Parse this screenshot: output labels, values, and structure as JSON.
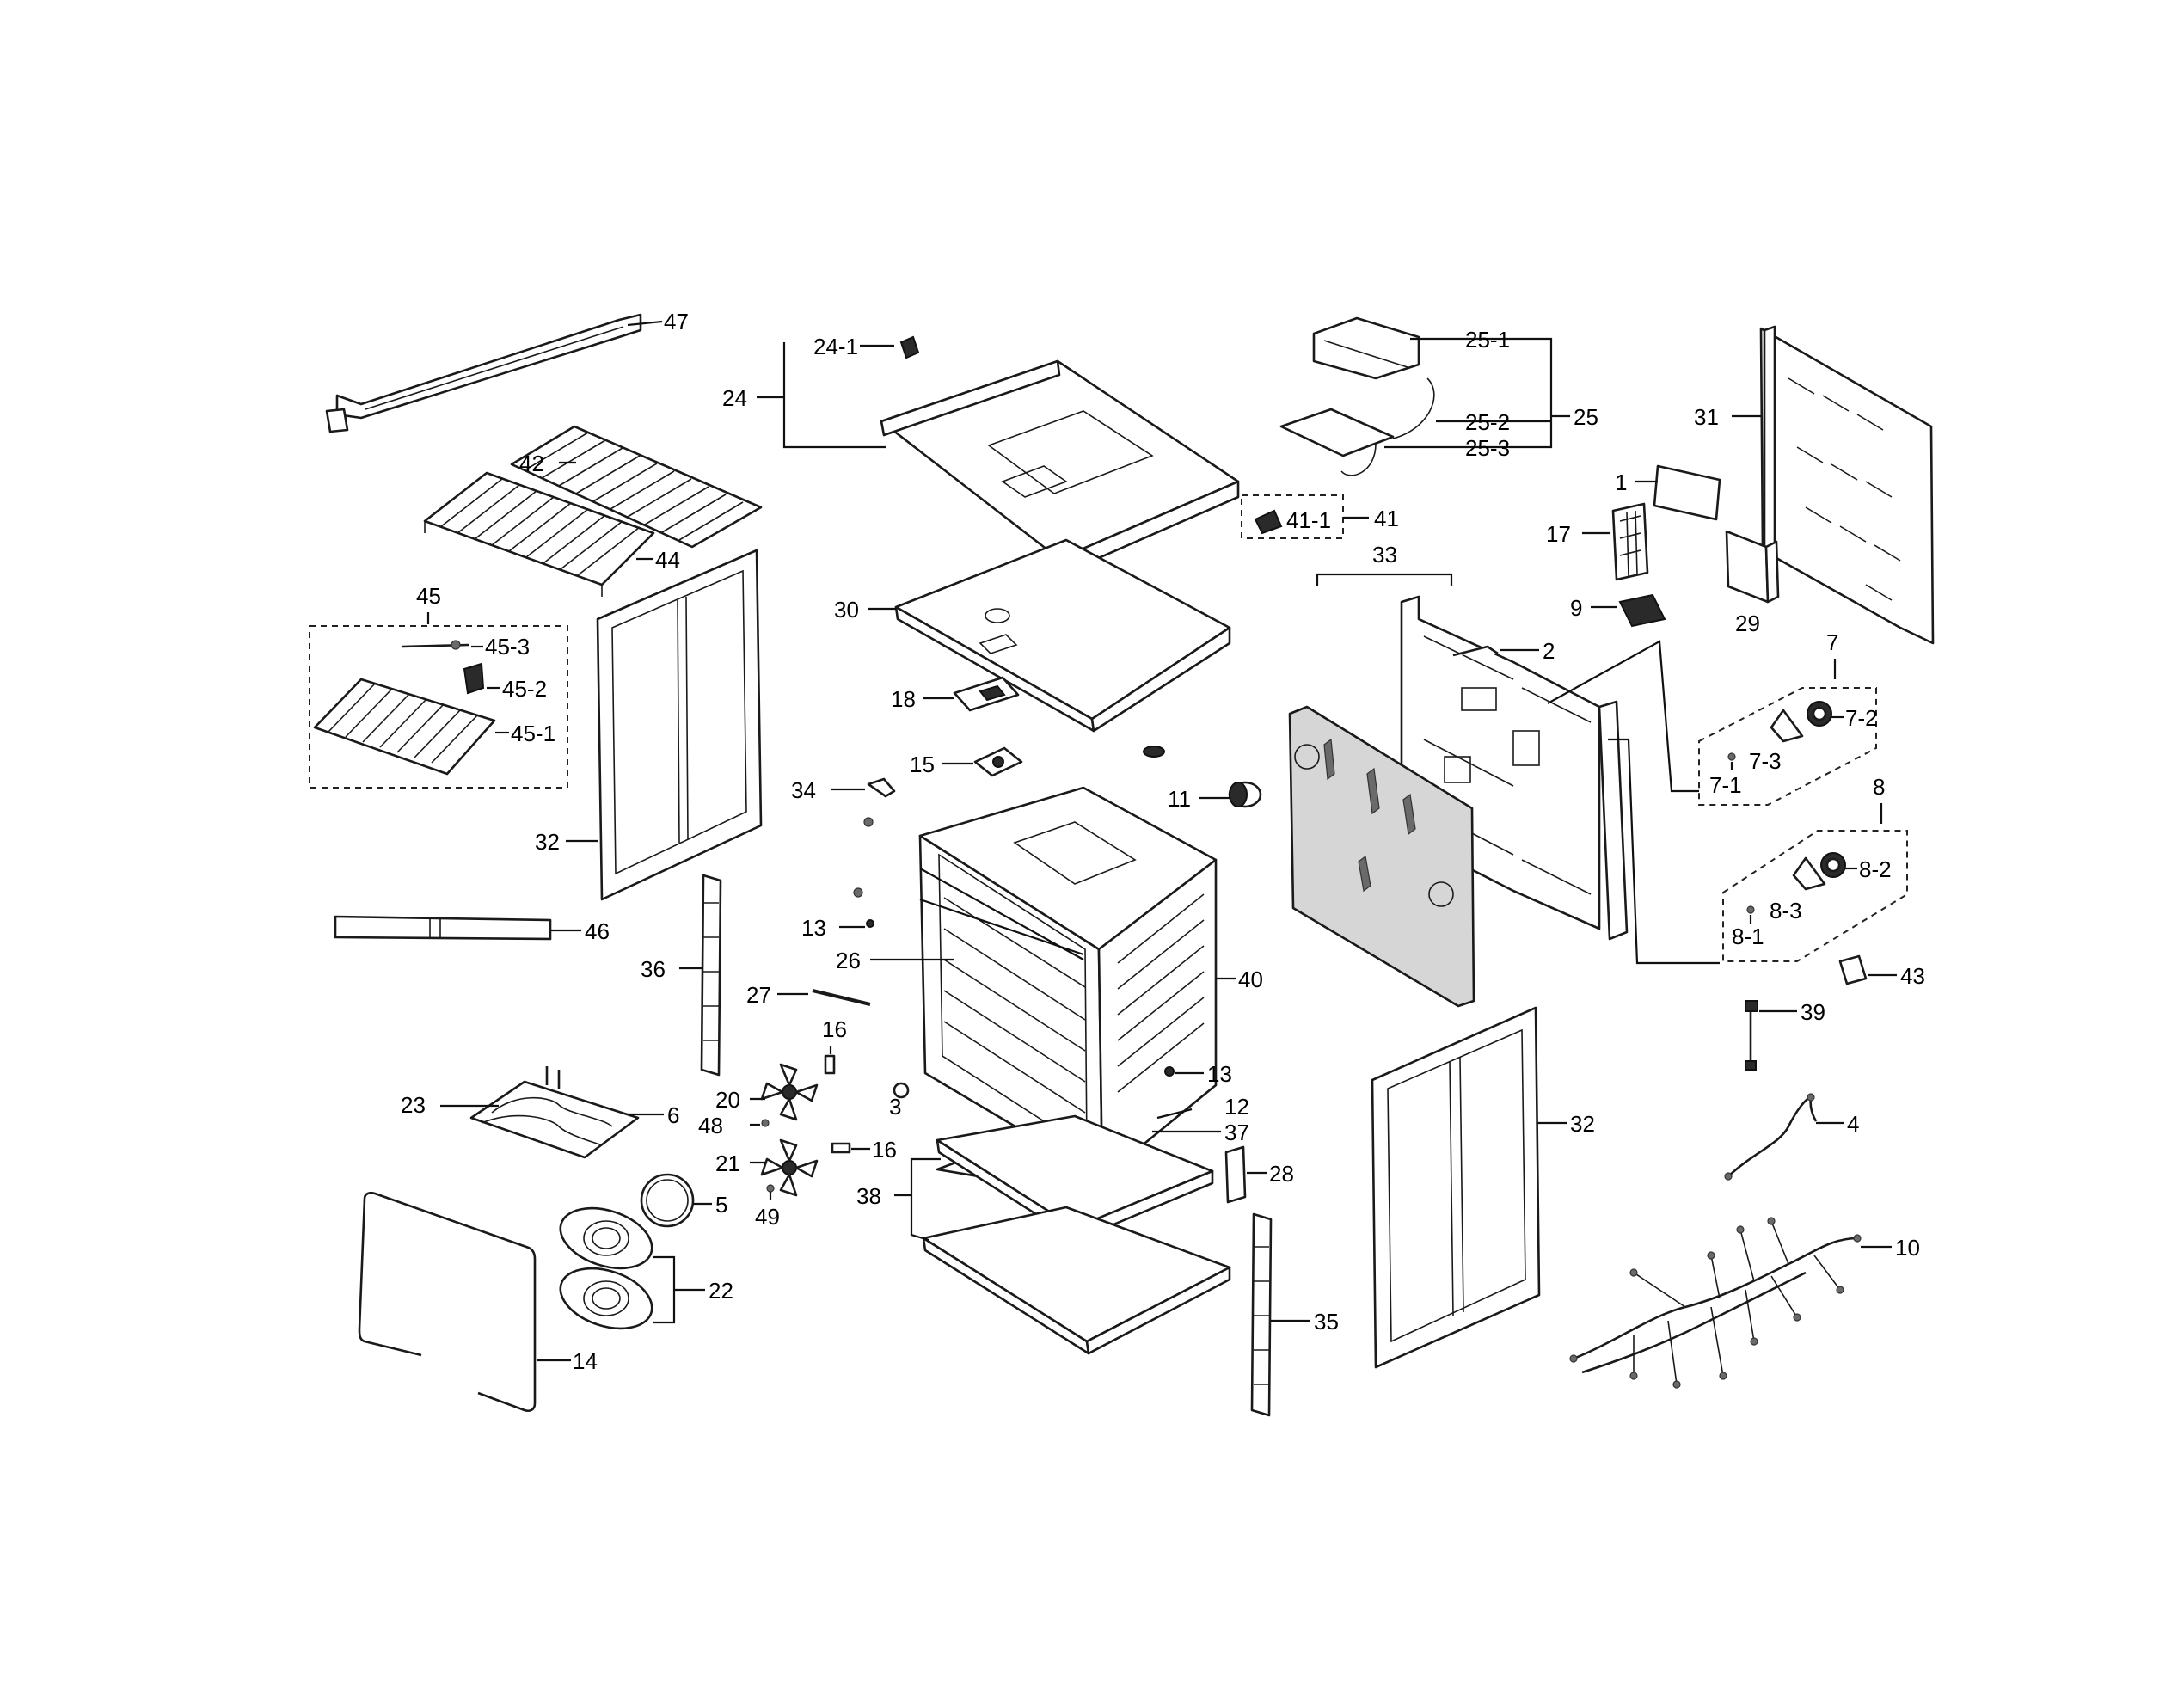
{
  "diagram": {
    "labels": {
      "p1": "1",
      "p2": "2",
      "p3": "3",
      "p4": "4",
      "p5": "5",
      "p6": "6",
      "p7": "7",
      "p7_1": "7-1",
      "p7_2": "7-2",
      "p7_3": "7-3",
      "p8": "8",
      "p8_1": "8-1",
      "p8_2": "8-2",
      "p8_3": "8-3",
      "p9": "9",
      "p10": "10",
      "p11": "11",
      "p12": "12",
      "p13a": "13",
      "p13b": "13",
      "p14": "14",
      "p15": "15",
      "p16a": "16",
      "p16b": "16",
      "p17": "17",
      "p18": "18",
      "p20": "20",
      "p21": "21",
      "p22": "22",
      "p23": "23",
      "p24": "24",
      "p24_1": "24-1",
      "p25": "25",
      "p25_1": "25-1",
      "p25_2": "25-2",
      "p25_3": "25-3",
      "p26": "26",
      "p27": "27",
      "p28": "28",
      "p29": "29",
      "p30": "30",
      "p31": "31",
      "p32a": "32",
      "p32b": "32",
      "p33": "33",
      "p34": "34",
      "p35": "35",
      "p36": "36",
      "p37": "37",
      "p38": "38",
      "p39": "39",
      "p40": "40",
      "p41": "41",
      "p41_1": "41-1",
      "p42": "42",
      "p43": "43",
      "p44": "44",
      "p45": "45",
      "p45_1": "45-1",
      "p45_2": "45-2",
      "p45_3": "45-3",
      "p46": "46",
      "p47": "47",
      "p48": "48",
      "p49": "49"
    }
  }
}
